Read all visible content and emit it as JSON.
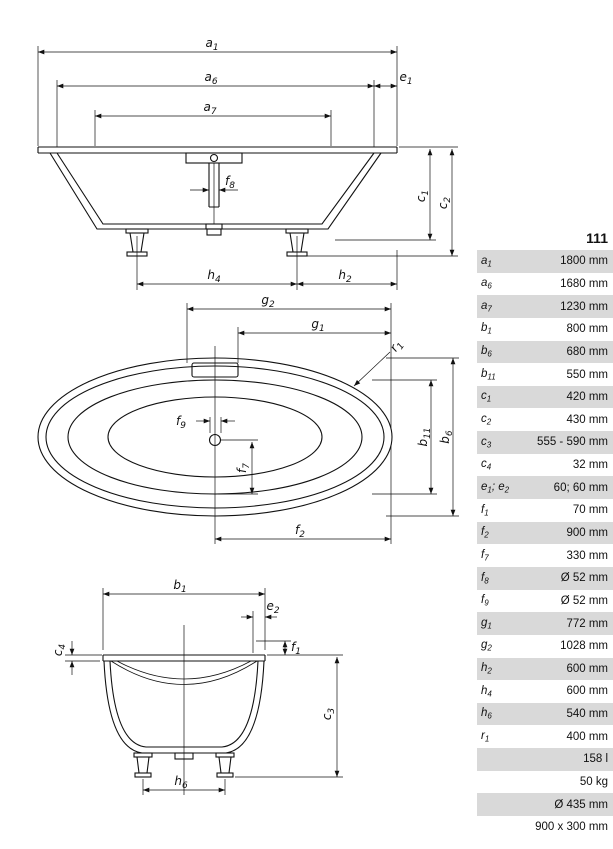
{
  "colors": {
    "row_shade": "#d9d9d9",
    "line": "#111111",
    "background": "#ffffff"
  },
  "table": {
    "title": "111",
    "rows": [
      {
        "label": [
          {
            "t": "a"
          },
          {
            "s": "1"
          }
        ],
        "value": "1800 mm"
      },
      {
        "label": [
          {
            "t": "a"
          },
          {
            "s": "6"
          }
        ],
        "value": "1680 mm"
      },
      {
        "label": [
          {
            "t": "a"
          },
          {
            "s": "7"
          }
        ],
        "value": "1230 mm"
      },
      {
        "label": [
          {
            "t": "b"
          },
          {
            "s": "1"
          }
        ],
        "value": "800 mm"
      },
      {
        "label": [
          {
            "t": "b"
          },
          {
            "s": "6"
          }
        ],
        "value": "680 mm"
      },
      {
        "label": [
          {
            "t": "b"
          },
          {
            "s": "11"
          }
        ],
        "value": "550 mm"
      },
      {
        "label": [
          {
            "t": "c"
          },
          {
            "s": "1"
          }
        ],
        "value": "420 mm"
      },
      {
        "label": [
          {
            "t": "c"
          },
          {
            "s": "2"
          }
        ],
        "value": "430 mm"
      },
      {
        "label": [
          {
            "t": "c"
          },
          {
            "s": "3"
          }
        ],
        "value": "555 - 590 mm"
      },
      {
        "label": [
          {
            "t": "c"
          },
          {
            "s": "4"
          }
        ],
        "value": "32 mm"
      },
      {
        "label": [
          {
            "t": "e"
          },
          {
            "s": "1"
          },
          {
            "t": "; e"
          },
          {
            "s": "2"
          }
        ],
        "value": "60; 60 mm"
      },
      {
        "label": [
          {
            "t": "f"
          },
          {
            "s": "1"
          }
        ],
        "value": "70 mm"
      },
      {
        "label": [
          {
            "t": "f"
          },
          {
            "s": "2"
          }
        ],
        "value": "900 mm"
      },
      {
        "label": [
          {
            "t": "f"
          },
          {
            "s": "7"
          }
        ],
        "value": "330 mm"
      },
      {
        "label": [
          {
            "t": "f"
          },
          {
            "s": "8"
          }
        ],
        "value": "Ø 52 mm"
      },
      {
        "label": [
          {
            "t": "f"
          },
          {
            "s": "9"
          }
        ],
        "value": "Ø 52 mm"
      },
      {
        "label": [
          {
            "t": "g"
          },
          {
            "s": "1"
          }
        ],
        "value": "772 mm"
      },
      {
        "label": [
          {
            "t": "g"
          },
          {
            "s": "2"
          }
        ],
        "value": "1028 mm"
      },
      {
        "label": [
          {
            "t": "h"
          },
          {
            "s": "2"
          }
        ],
        "value": "600 mm"
      },
      {
        "label": [
          {
            "t": "h"
          },
          {
            "s": "4"
          }
        ],
        "value": "600 mm"
      },
      {
        "label": [
          {
            "t": "h"
          },
          {
            "s": "6"
          }
        ],
        "value": "540 mm"
      },
      {
        "label": [
          {
            "t": "r"
          },
          {
            "s": "1"
          }
        ],
        "value": "400 mm"
      },
      {
        "label": [],
        "value": "158 l"
      },
      {
        "label": [],
        "value": "50 kg"
      },
      {
        "label": [],
        "value": "Ø 435 mm"
      },
      {
        "label": [],
        "value": "900 x 300 mm"
      }
    ]
  },
  "dims": {
    "a1": {
      "b": "a",
      "s": "1"
    },
    "a6": {
      "b": "a",
      "s": "6"
    },
    "a7": {
      "b": "a",
      "s": "7"
    },
    "e1": {
      "b": "e",
      "s": "1"
    },
    "f8": {
      "b": "f",
      "s": "8"
    },
    "c1": {
      "b": "c",
      "s": "1"
    },
    "c2": {
      "b": "c",
      "s": "2"
    },
    "h4": {
      "b": "h",
      "s": "4"
    },
    "h2": {
      "b": "h",
      "s": "2"
    },
    "g2": {
      "b": "g",
      "s": "2"
    },
    "g1": {
      "b": "g",
      "s": "1"
    },
    "r1": {
      "b": "r",
      "s": "1"
    },
    "f9": {
      "b": "f",
      "s": "9"
    },
    "f7": {
      "b": "f",
      "s": "7"
    },
    "b11": {
      "b": "b",
      "s": "11"
    },
    "b6": {
      "b": "b",
      "s": "6"
    },
    "f2": {
      "b": "f",
      "s": "2"
    },
    "b1": {
      "b": "b",
      "s": "1"
    },
    "e2": {
      "b": "e",
      "s": "2"
    },
    "f1": {
      "b": "f",
      "s": "1"
    },
    "c4": {
      "b": "c",
      "s": "4"
    },
    "c3": {
      "b": "c",
      "s": "3"
    },
    "h6": {
      "b": "h",
      "s": "6"
    }
  }
}
